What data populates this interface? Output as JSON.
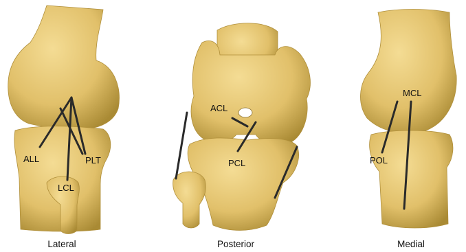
{
  "colors": {
    "bone": "#e1c06a",
    "bone_light": "#f4dc94",
    "bone_shadow": "#a98a34",
    "ligament": "#2a2a2a",
    "background": "#ffffff"
  },
  "views": [
    {
      "caption": "Lateral",
      "labels": {
        "all": "ALL",
        "plt": "PLT",
        "lcl": "LCL"
      }
    },
    {
      "caption": "Posterior",
      "labels": {
        "acl": "ACL",
        "pcl": "PCL"
      }
    },
    {
      "caption": "Medial",
      "labels": {
        "mcl": "MCL",
        "pol": "POL"
      }
    }
  ]
}
